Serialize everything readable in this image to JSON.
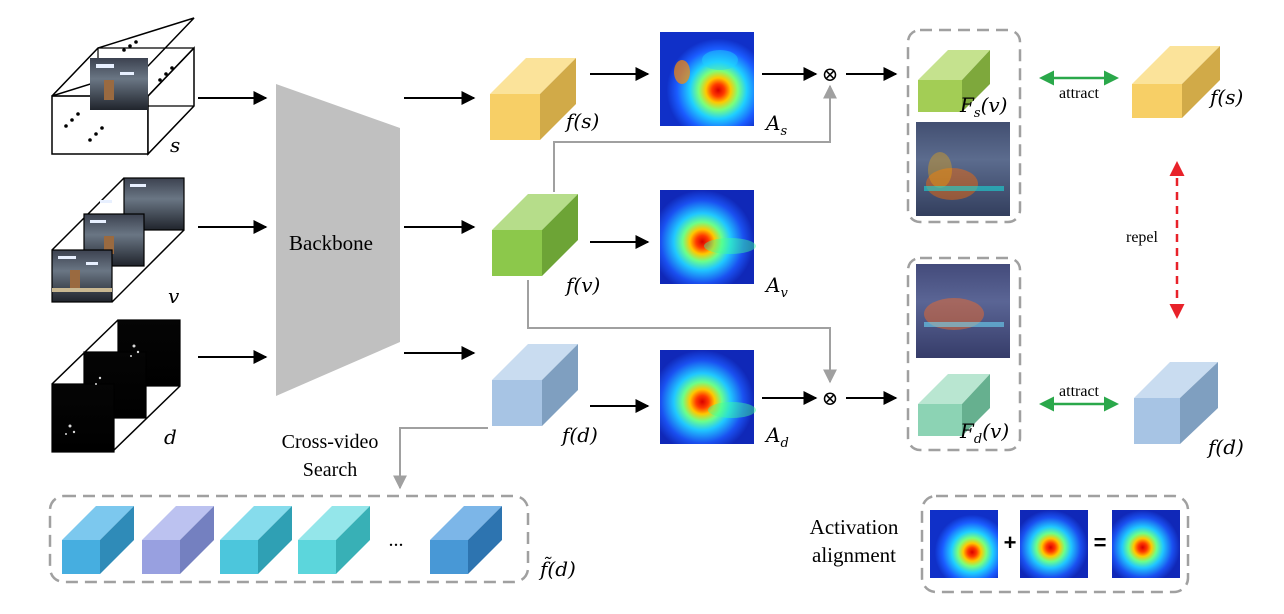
{
  "inputs": {
    "s_label": "s",
    "v_label": "v",
    "d_label": "d"
  },
  "backbone": {
    "label": "Backbone"
  },
  "features": {
    "fs": "f(s)",
    "fv": "f(v)",
    "fd": "f(d)",
    "fd_tilde": "f̃(d)",
    "fs_right": "f(s)",
    "fd_right": "f(d)"
  },
  "maps": {
    "As": "A",
    "As_sub": "s",
    "Av": "A",
    "Av_sub": "v",
    "Ad": "A",
    "Ad_sub": "d"
  },
  "fused": {
    "Fs_main": "F",
    "Fs_sub": "s",
    "Fs_arg": "(v)",
    "Fd_main": "F",
    "Fd_sub": "d",
    "Fd_arg": "(v)"
  },
  "relations": {
    "attract_top": "attract",
    "attract_bottom": "attract",
    "repel": "repel"
  },
  "search": {
    "line1": "Cross-video",
    "line2": "Search",
    "ellipsis": "..."
  },
  "alignment": {
    "line1": "Activation",
    "line2": "alignment",
    "plus": "+",
    "equals": "="
  },
  "operators": {
    "multiply": "⊗"
  },
  "colors": {
    "yellow": "#f7cf66",
    "green": "#8cc84b",
    "blue": "#a7c4e4",
    "mint": "#8cd3b4",
    "attract": "#2aa84a",
    "repel": "#e8222a",
    "dashed_box": "#a0a0a0",
    "gray_line": "#a0a0a0",
    "backbone": "#c0c0c0"
  }
}
